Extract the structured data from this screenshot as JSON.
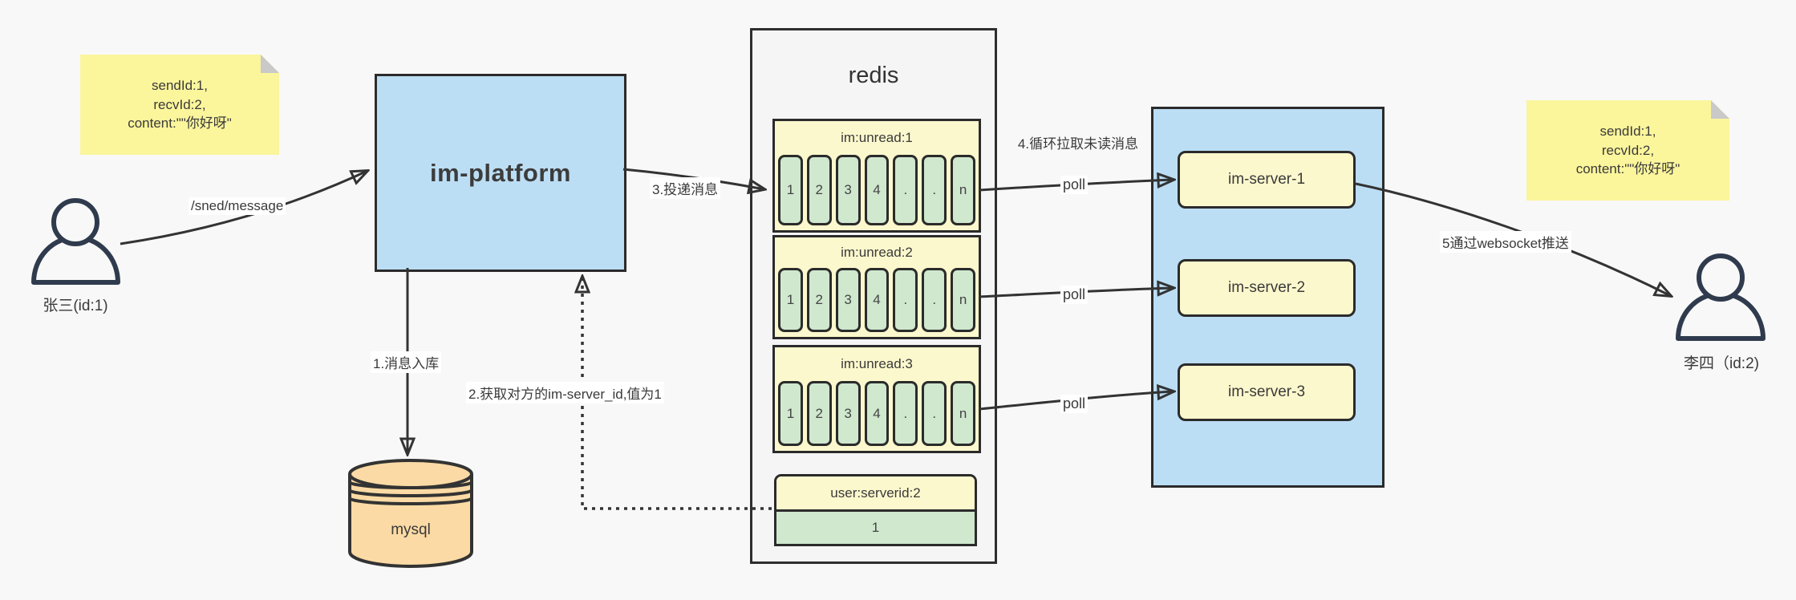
{
  "notes": {
    "sender": {
      "lines": [
        "sendId:1,",
        "recvId:2,",
        "content:\"\"你好呀\""
      ]
    },
    "receiver": {
      "lines": [
        "sendId:1,",
        "recvId:2,",
        "content:\"\"你好呀\""
      ]
    }
  },
  "actors": {
    "sender": {
      "label": "张三(id:1)"
    },
    "receiver": {
      "label": "李四（id:2)"
    }
  },
  "platform": {
    "label": "im-platform"
  },
  "database": {
    "label": "mysql"
  },
  "redis": {
    "title": "redis",
    "queues": [
      {
        "header": "im:unread:1",
        "cells": [
          "1",
          "2",
          "3",
          "4",
          ".",
          ".",
          "n"
        ]
      },
      {
        "header": "im:unread:2",
        "cells": [
          "1",
          "2",
          "3",
          "4",
          ".",
          ".",
          "n"
        ]
      },
      {
        "header": "im:unread:3",
        "cells": [
          "1",
          "2",
          "3",
          "4",
          ".",
          ".",
          "n"
        ]
      }
    ],
    "kv": {
      "header": "user:serverid:2",
      "value": "1"
    }
  },
  "servers": [
    {
      "label": "im-server-1"
    },
    {
      "label": "im-server-2"
    },
    {
      "label": "im-server-3"
    }
  ],
  "edges": {
    "send": "/sned/message",
    "step1": "1.消息入库",
    "step2": "2.获取对方的im-server_id,值为1",
    "step3": "3.投递消息",
    "step4": "4.循环拉取未读消息",
    "step5": "5通过websocket推送",
    "poll": "poll"
  },
  "colors": {
    "accent_blue": "#bcdef5",
    "note_yellow": "#fbf59c",
    "pale_yellow": "#fcf8cd",
    "cell_green": "#cfe8ce",
    "db_tan": "#fbdaa5",
    "stroke": "#333333"
  }
}
